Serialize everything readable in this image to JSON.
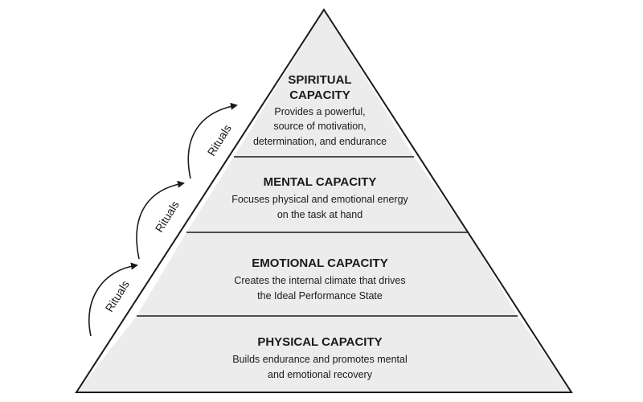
{
  "colors": {
    "tier_fill": "#ececec",
    "outline": "#1a1a1a",
    "background": "#ffffff"
  },
  "tiers": [
    {
      "id": "spiritual",
      "title_lines": [
        "SPIRITUAL",
        "CAPACITY"
      ],
      "desc_lines": [
        "Provides a powerful,",
        "source of motivation,",
        "determination, and endurance"
      ]
    },
    {
      "id": "mental",
      "title_lines": [
        "MENTAL CAPACITY"
      ],
      "desc_lines": [
        "Focuses physical and emotional energy",
        "on the task at hand"
      ]
    },
    {
      "id": "emotional",
      "title_lines": [
        "EMOTIONAL CAPACITY"
      ],
      "desc_lines": [
        "Creates the internal climate that drives",
        "the Ideal Performance State"
      ]
    },
    {
      "id": "physical",
      "title_lines": [
        "PHYSICAL CAPACITY"
      ],
      "desc_lines": [
        "Builds endurance and promotes mental",
        "and emotional recovery"
      ]
    }
  ],
  "rituals": [
    "Rituals",
    "Rituals",
    "Rituals"
  ]
}
